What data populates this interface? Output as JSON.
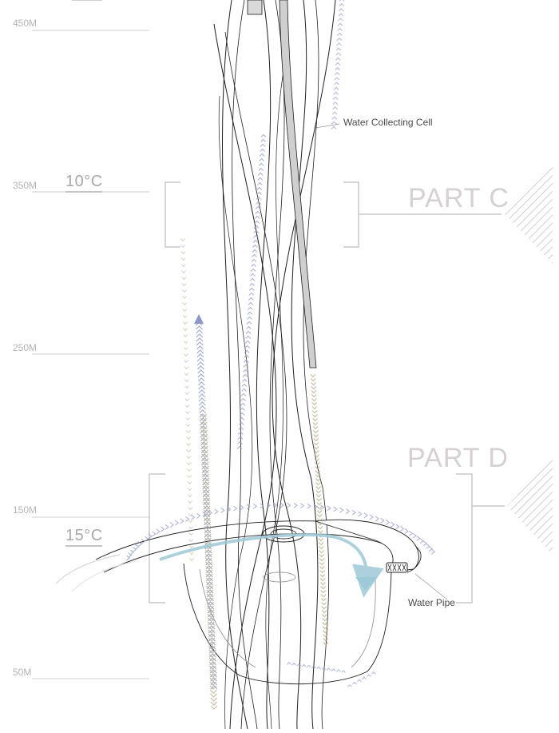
{
  "altitude_marks": [
    "450M",
    "350M",
    "250M",
    "150M",
    "50M"
  ],
  "temperatures": [
    "10°C",
    "15°C"
  ],
  "parts": {
    "c": "PART C",
    "d": "PART D"
  },
  "callouts": {
    "water_collecting_cell": "Water Collecting Cell",
    "water_pipe": "Water Pipe"
  },
  "colors": {
    "line": "#1f1f1f",
    "grey": "#bdbdbd",
    "blue_arrow": "#8f97c6",
    "khaki_arrow": "#b8ad86",
    "cyan_arrow": "#9ec9d8",
    "part_text": "#d6d0d3",
    "hatch": "#cfcfd6"
  }
}
